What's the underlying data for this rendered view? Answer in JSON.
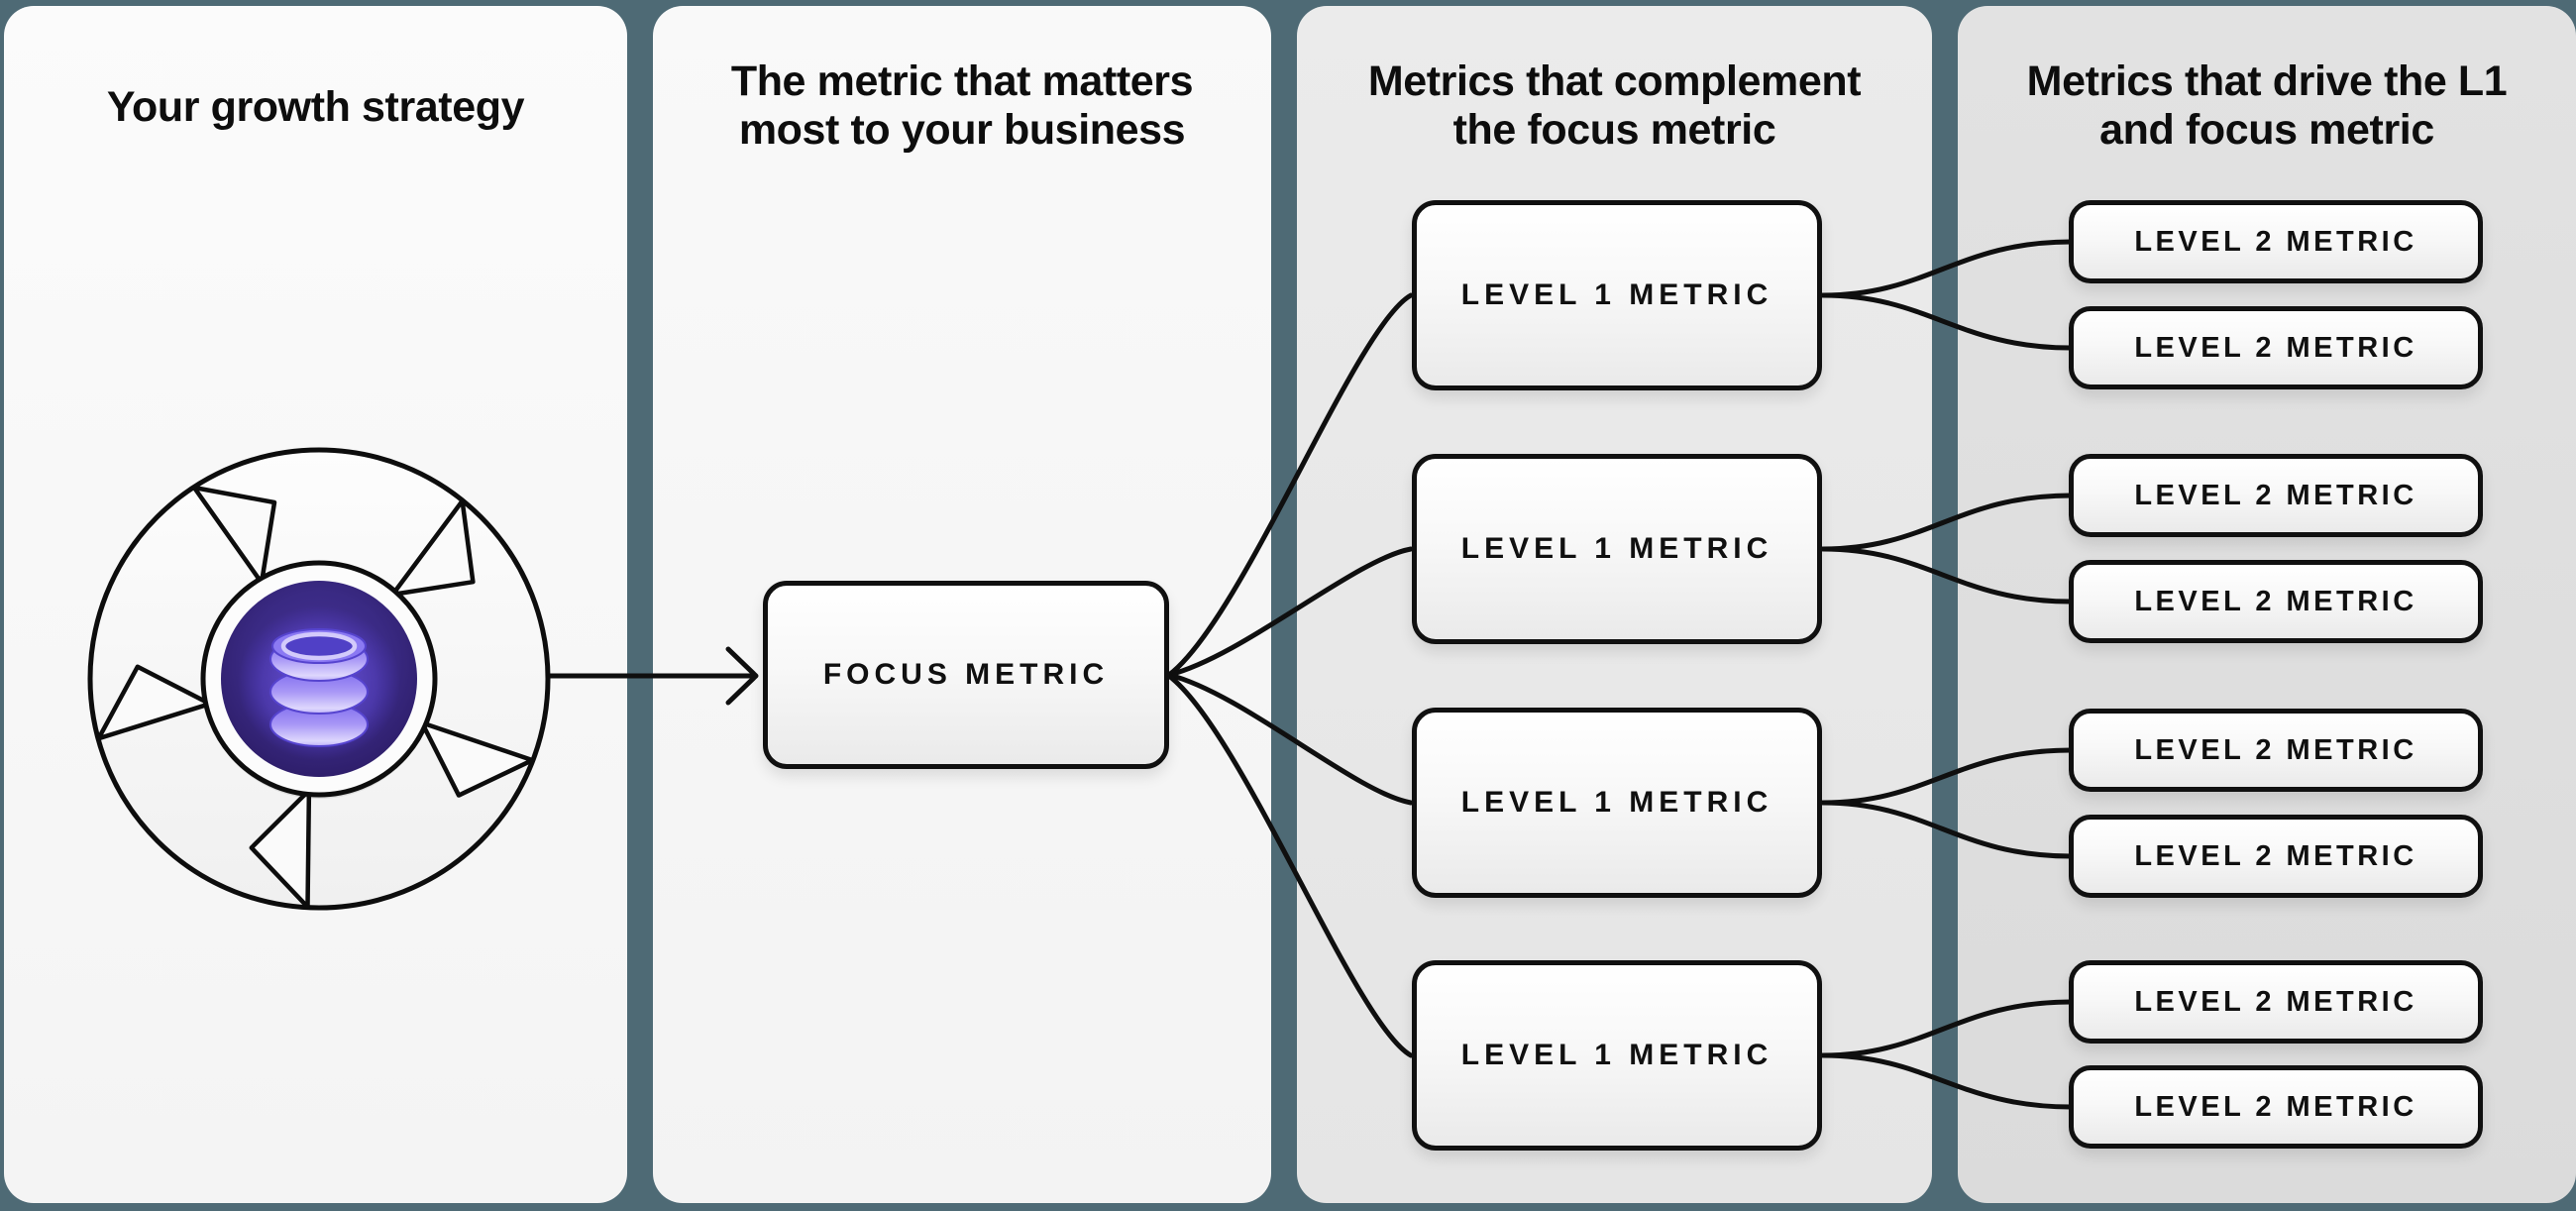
{
  "colors": {
    "background_teal": "#4e6a75",
    "ink": "#101010",
    "panel_light": "#f8f8f8",
    "panel_mid": "#e8e8e8",
    "panel_dark": "#dedede",
    "icon_purple_dark": "#2c1c66",
    "icon_purple_light": "#b7aaf8"
  },
  "panels": [
    {
      "title_lines": [
        "Your growth strategy"
      ]
    },
    {
      "title_lines": [
        "The metric that matters",
        "most to your business"
      ]
    },
    {
      "title_lines": [
        "Metrics that complement",
        "the focus metric"
      ]
    },
    {
      "title_lines": [
        "Metrics that drive the L1",
        "and focus metric"
      ]
    }
  ],
  "focus_box": {
    "label": "FOCUS METRIC"
  },
  "level1_boxes": [
    {
      "label": "LEVEL 1 METRIC"
    },
    {
      "label": "LEVEL 1 METRIC"
    },
    {
      "label": "LEVEL 1 METRIC"
    },
    {
      "label": "LEVEL 1 METRIC"
    }
  ],
  "level2_boxes": [
    {
      "label": "LEVEL 2 METRIC"
    },
    {
      "label": "LEVEL 2 METRIC"
    },
    {
      "label": "LEVEL 2 METRIC"
    },
    {
      "label": "LEVEL 2 METRIC"
    },
    {
      "label": "LEVEL 2 METRIC"
    },
    {
      "label": "LEVEL 2 METRIC"
    },
    {
      "label": "LEVEL 2 METRIC"
    },
    {
      "label": "LEVEL 2 METRIC"
    }
  ],
  "icons": {
    "flywheel": "flywheel-database-icon"
  }
}
